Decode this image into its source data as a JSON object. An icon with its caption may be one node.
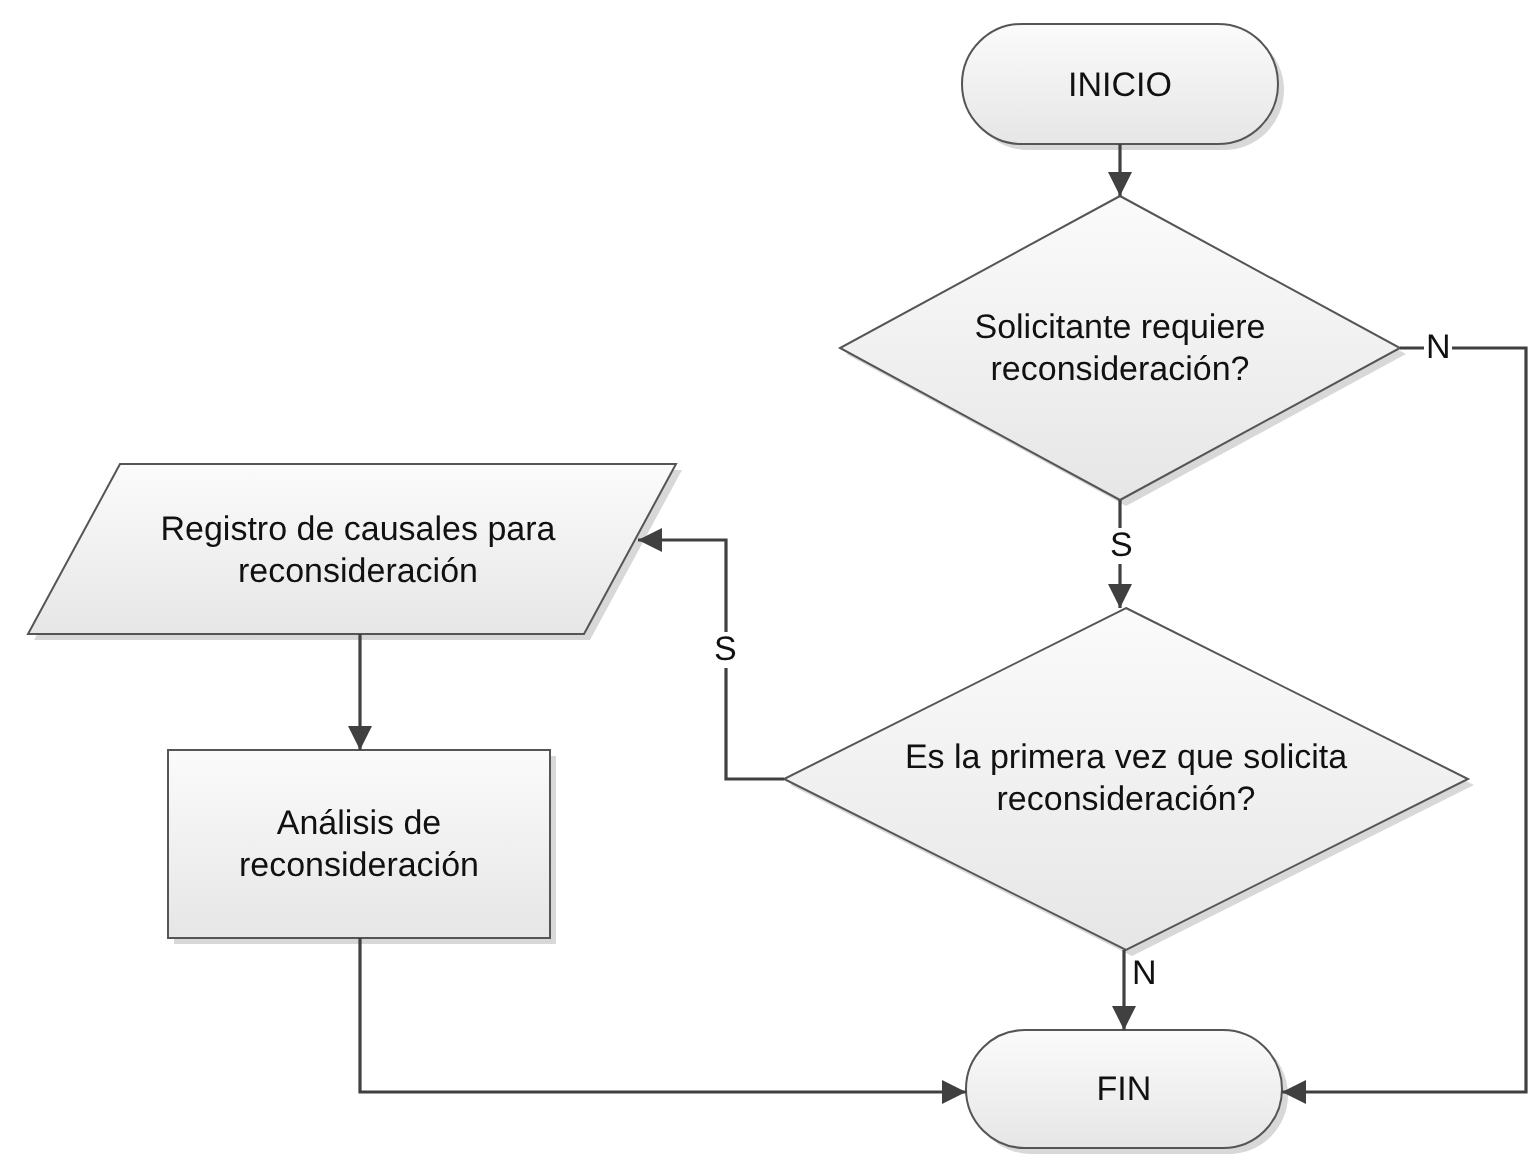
{
  "diagram": {
    "nodes": [
      {
        "text": [
          "INICIO"
        ]
      },
      {
        "text": [
          "Solicitante requiere reconsideración?"
        ]
      },
      {
        "text": [
          "Registro de causales para reconsideración"
        ]
      },
      {
        "text": [
          "Es la primera vez que solicita reconsideración?"
        ]
      },
      {
        "text": [
          "Análisis de reconsideración"
        ]
      },
      {
        "text": [
          "FIN"
        ]
      }
    ],
    "edges": [
      {
        "from": 0,
        "to": 1,
        "arrow": "to"
      },
      {
        "from": 1,
        "to": 3,
        "arrow": "to",
        "label": "S"
      },
      {
        "from": 1,
        "to": 5,
        "arrow": "to",
        "label": "N"
      },
      {
        "from": 3,
        "to": 2,
        "arrow": "to",
        "label": "S"
      },
      {
        "from": 2,
        "to": 4,
        "arrow": "to"
      },
      {
        "from": 3,
        "to": 5,
        "arrow": "to",
        "label": "N"
      },
      {
        "from": 4,
        "to": 5,
        "arrow": "to"
      }
    ]
  }
}
